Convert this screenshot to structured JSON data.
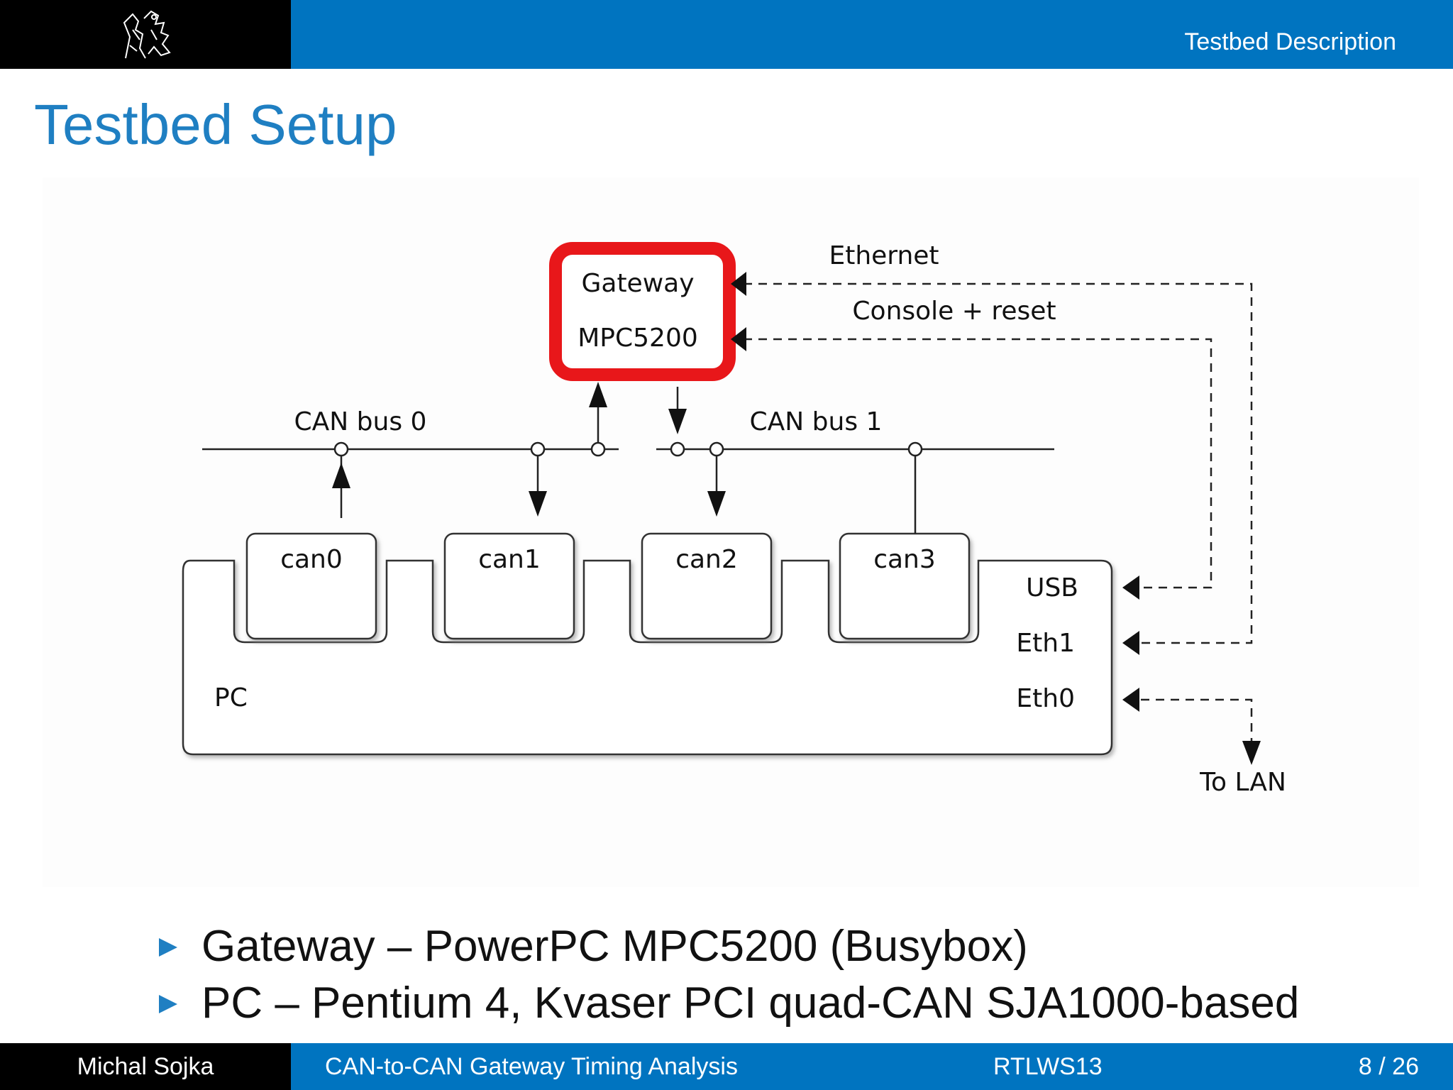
{
  "header": {
    "section": "Testbed Description",
    "logo_icon": "lion-crest-icon"
  },
  "slide": {
    "title": "Testbed Setup"
  },
  "diagram": {
    "gateway": {
      "name": "Gateway",
      "model": "MPC5200",
      "highlight_color": "#e8171a"
    },
    "links": {
      "ethernet": "Ethernet",
      "console": "Console + reset",
      "to_lan": "To LAN"
    },
    "buses": {
      "bus0": "CAN bus 0",
      "bus1": "CAN bus 1"
    },
    "pc": {
      "label": "PC",
      "ports": {
        "usb": "USB",
        "eth1": "Eth1",
        "eth0": "Eth0"
      },
      "cards": [
        "can0",
        "can1",
        "can2",
        "can3"
      ]
    }
  },
  "bullets": [
    "Gateway – PowerPC MPC5200 (Busybox)",
    "PC – Pentium 4, Kvaser PCI quad-CAN SJA1000-based"
  ],
  "footer": {
    "author": "Michal Sojka",
    "talk": "CAN-to-CAN Gateway Timing Analysis",
    "conference": "RTLWS13",
    "page": "8 / 26"
  },
  "colors": {
    "header_blue": "#0074c0",
    "title_blue": "#1f7fc2",
    "highlight_red": "#e8171a"
  }
}
